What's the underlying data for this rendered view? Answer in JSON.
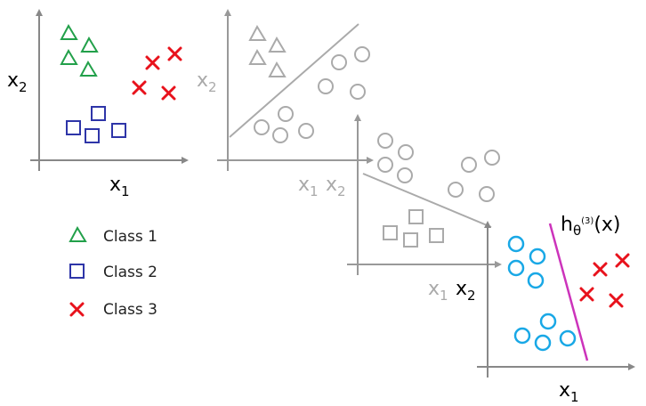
{
  "colors": {
    "axis": "#888888",
    "faded_axis": "#999999",
    "faded": "#aaaaaa",
    "faded_text": "#aaaaaa",
    "text": "#000000",
    "class1": "#22a04a",
    "class2": "#2e35a8",
    "class3": "#e8121c",
    "positive": "#19a8e6",
    "boundary": "#cc33bb"
  },
  "panels": {
    "original": {
      "x_label": "x",
      "x_sub": "1",
      "y_label": "x",
      "y_sub": "2"
    },
    "one_vs_all_1": {
      "x_label": "x",
      "x_sub": "1",
      "y_label": "x",
      "y_sub": "2"
    },
    "one_vs_all_2": {
      "x_label": "x",
      "x_sub": "1",
      "y_label": "x",
      "y_sub": "2"
    },
    "one_vs_all_3": {
      "x_label": "x",
      "x_sub": "1",
      "y_label": "x",
      "y_sub": "2",
      "hypothesis": {
        "h": "h",
        "theta": "θ",
        "sup": "(3)",
        "arg": "(x)"
      }
    }
  },
  "legend": [
    {
      "marker": "triangle",
      "label": "Class 1"
    },
    {
      "marker": "square",
      "label": "Class 2"
    },
    {
      "marker": "cross",
      "label": "Class 3"
    }
  ]
}
